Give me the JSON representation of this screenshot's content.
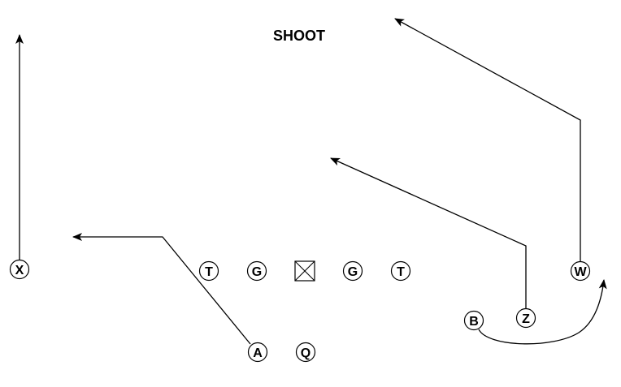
{
  "title": "SHOOT",
  "colors": {
    "ink": "#000000",
    "background": "#ffffff"
  },
  "players": [
    {
      "id": "x",
      "label": "X"
    },
    {
      "id": "lt",
      "label": "T"
    },
    {
      "id": "lg",
      "label": "G"
    },
    {
      "id": "c",
      "label": "",
      "icon": "center-box-icon"
    },
    {
      "id": "rg",
      "label": "G"
    },
    {
      "id": "rt",
      "label": "T"
    },
    {
      "id": "w",
      "label": "W"
    },
    {
      "id": "z",
      "label": "Z"
    },
    {
      "id": "b",
      "label": "B"
    },
    {
      "id": "a",
      "label": "A"
    },
    {
      "id": "q",
      "label": "Q"
    }
  ]
}
